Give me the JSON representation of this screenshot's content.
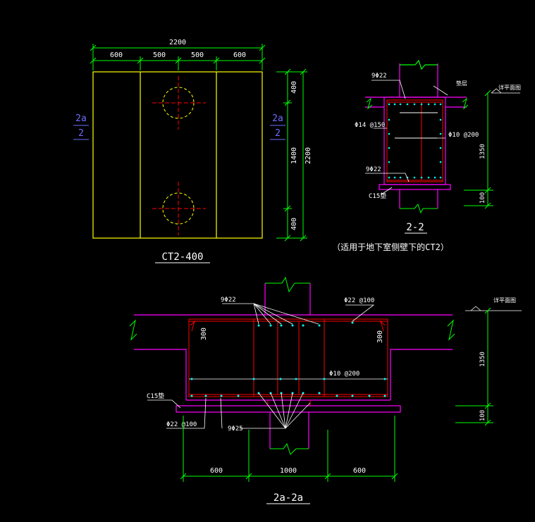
{
  "plan": {
    "dim_total": "2200",
    "dim_600a": "600",
    "dim_500a": "500",
    "dim_500b": "500",
    "dim_600b": "600",
    "dim_v400a": "400",
    "dim_v1400": "1400",
    "dim_v400b": "400",
    "dim_v2200": "2200",
    "sec_left_top": "2a",
    "sec_left_bot": "2",
    "sec_right_top": "2a",
    "sec_right_bot": "2",
    "title": "CT2-400"
  },
  "section22": {
    "rebar_top": "9Φ22",
    "note_right1": "垫层",
    "note_right2": "详平面图",
    "rebar_side": "Φ14 @150",
    "rebar_stirrup": "Φ10 @200",
    "rebar_bot": "9Φ22",
    "cushion": "C15垫",
    "dim_1350": "1350",
    "dim_100": "100",
    "title": "2-2",
    "subtitle": "（适用于地下室侧壁下的CT2）"
  },
  "section2a": {
    "rebar_top": "9Φ22",
    "rebar_mesh_top": "Φ22 @100",
    "note_right": "详平面图",
    "dim_300a": "300",
    "dim_300b": "300",
    "rebar_stirrup": "Φ10 @200",
    "cushion": "C15垫",
    "rebar_mesh_bot": "Φ22 @100",
    "rebar_pile": "9Φ25",
    "dim_1350": "1350",
    "dim_100": "100",
    "dim_600a": "600",
    "dim_1000": "1000",
    "dim_600b": "600",
    "title": "2a-2a"
  },
  "colors": {
    "background": "#000000",
    "yellow": "#ffff00",
    "green": "#00ff00",
    "red": "#ff0000",
    "magenta": "#ff00ff",
    "white": "#ffffff",
    "blue": "#6e6eff",
    "cyan": "#00ffff"
  }
}
